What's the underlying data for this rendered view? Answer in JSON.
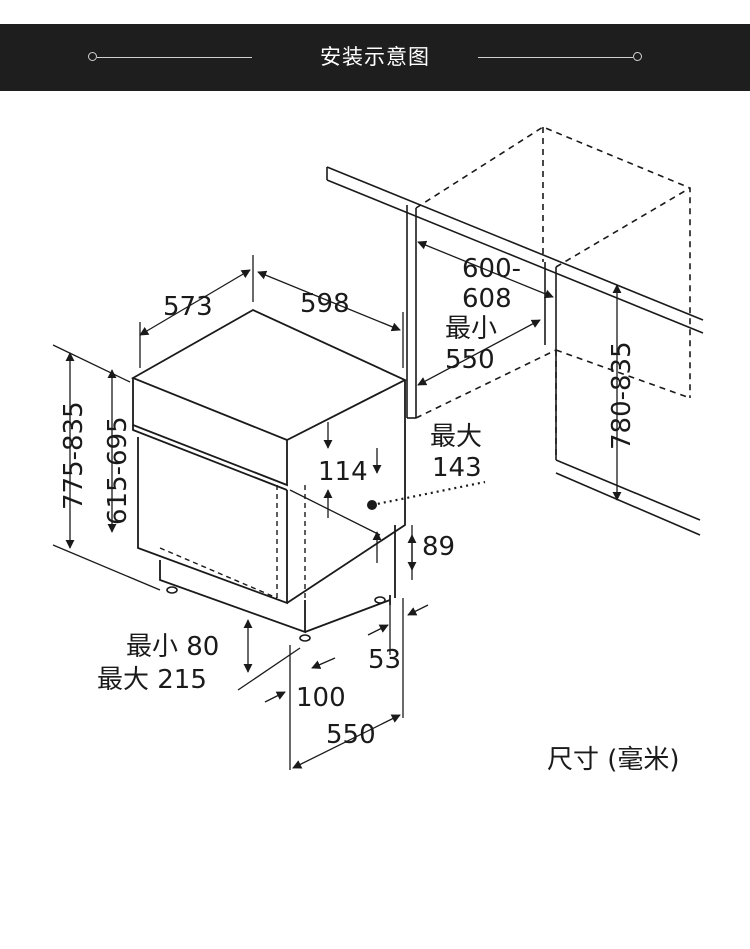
{
  "header": {
    "title": "安装示意图"
  },
  "labels": {
    "width": "598",
    "depth_top": "573",
    "height_total": "775-835",
    "height_inner": "615-695",
    "niche_width_1": "600-",
    "niche_width_2": "608",
    "niche_min_label": "最小",
    "niche_min_value": "550",
    "niche_height": "780-835",
    "door_114": "114",
    "max_label": "最大",
    "max_143": "143",
    "dim_89": "89",
    "dim_53": "53",
    "plinth_min": "最小 80",
    "plinth_max": "最大 215",
    "dim_100": "100",
    "depth_bottom": "550",
    "units": "尺寸 (毫米)"
  },
  "colors": {
    "header_bg": "#1e1e1e",
    "header_text": "#ffffff",
    "line": "#1a1a1a"
  }
}
